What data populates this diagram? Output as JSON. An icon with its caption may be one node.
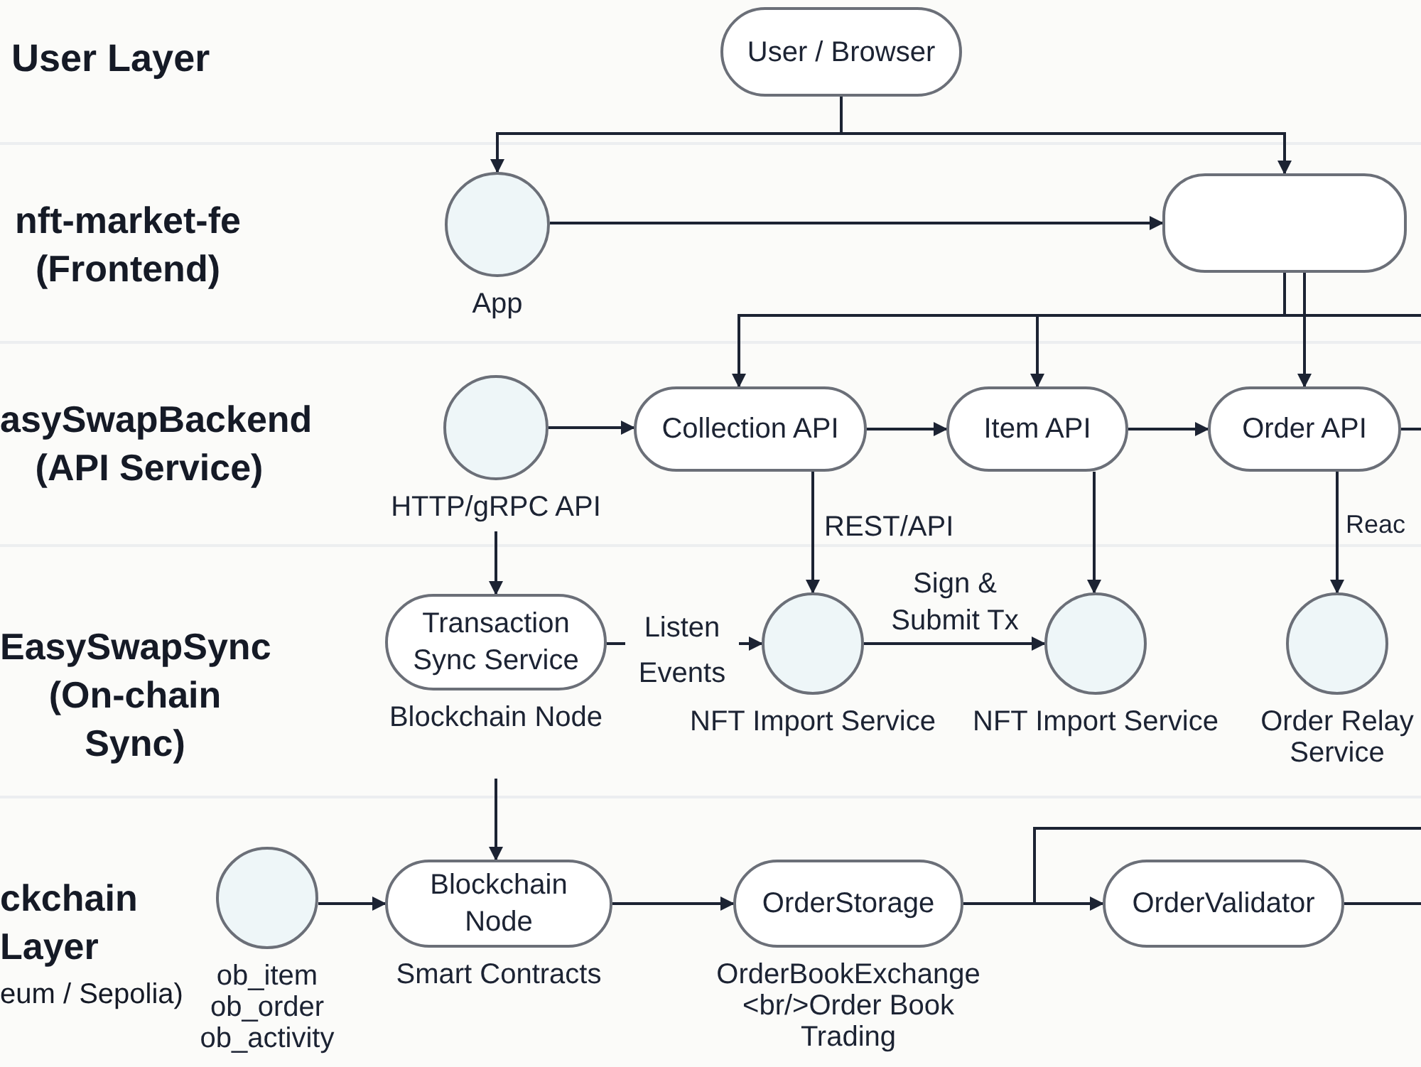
{
  "diagram": {
    "nodes": [
      {
        "text": [
          "User / Browser"
        ]
      },
      {
        "text": [],
        "shape": "circle",
        "beside": [
          "App"
        ]
      },
      {
        "text": [],
        "shape": "box"
      },
      {
        "text": [],
        "shape": "circle",
        "beside": [
          "HTTP/gRPC API"
        ]
      },
      {
        "text": [
          "Collection API"
        ]
      },
      {
        "text": [
          "Item API"
        ]
      },
      {
        "text": [
          "Order API"
        ]
      },
      {
        "text": [
          "Transaction Sync Service"
        ],
        "beside": [
          "Blockchain Node"
        ]
      },
      {
        "text": [],
        "shape": "circle",
        "beside": [
          "NFT Import Service"
        ]
      },
      {
        "text": [],
        "shape": "circle",
        "beside": [
          "NFT Import Service"
        ]
      },
      {
        "text": [],
        "shape": "circle",
        "beside": [
          "Order Relay Service"
        ]
      },
      {
        "text": [],
        "shape": "circle",
        "beside": [
          "ob_item ob_order ob_activity"
        ]
      },
      {
        "text": [
          "Blockchain Node"
        ],
        "beside": [
          "Smart Contracts"
        ]
      },
      {
        "text": [
          "OrderStorage"
        ],
        "beside": [
          "OrderBookExchange <br/>Order Book Trading"
        ]
      },
      {
        "text": [
          "OrderValidator"
        ]
      }
    ],
    "edges": [
      {
        "from": 0,
        "to": 1,
        "arrow": "to"
      },
      {
        "from": 0,
        "to": 2,
        "arrow": "to"
      },
      {
        "from": 1,
        "to": 2,
        "arrow": "to"
      },
      {
        "from": 2,
        "to": 4,
        "arrow": "to"
      },
      {
        "from": 2,
        "to": 5,
        "arrow": "to"
      },
      {
        "from": 2,
        "to": 6,
        "arrow": "to"
      },
      {
        "from": 2,
        "to": null,
        "arrow": "none"
      },
      {
        "from": 3,
        "to": 4,
        "arrow": "to"
      },
      {
        "from": 4,
        "to": 5,
        "arrow": "to"
      },
      {
        "from": 5,
        "to": 6,
        "arrow": "to"
      },
      {
        "from": 6,
        "to": null,
        "arrow": "none"
      },
      {
        "from": 3,
        "to": 7,
        "arrow": "to"
      },
      {
        "from": 4,
        "to": 8,
        "arrow": "to",
        "label": "REST/API"
      },
      {
        "from": 5,
        "to": 9,
        "arrow": "to"
      },
      {
        "from": 6,
        "to": 10,
        "arrow": "to",
        "label": "Reac"
      },
      {
        "from": 7,
        "to": 8,
        "arrow": "to",
        "label": "Listen Events"
      },
      {
        "from": 8,
        "to": 9,
        "arrow": "to",
        "label": "Sign & Submit Tx"
      },
      {
        "from": 7,
        "to": 12,
        "arrow": "to"
      },
      {
        "from": 11,
        "to": 12,
        "arrow": "to"
      },
      {
        "from": 12,
        "to": 13,
        "arrow": "to"
      },
      {
        "from": 13,
        "to": 14,
        "arrow": "to"
      },
      {
        "from": 13,
        "to": null,
        "arrow": "none"
      },
      {
        "from": 14,
        "to": null,
        "arrow": "none"
      }
    ],
    "labels": [
      "User Layer",
      "nft-market-fe (Frontend)",
      "asySwapBackend (API Service)",
      "EasySwapSync (On-chain Sync)",
      "ckchain Layer",
      "eum / Sepolia)"
    ]
  }
}
